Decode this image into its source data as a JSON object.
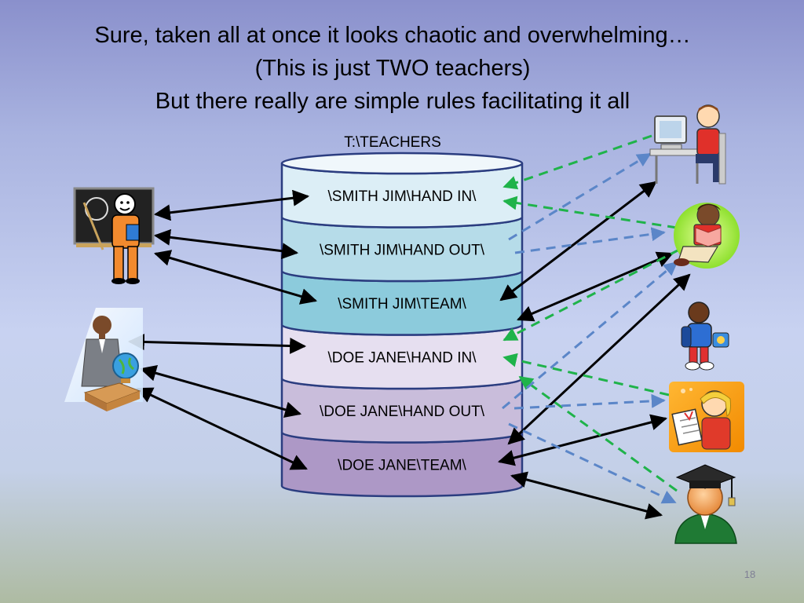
{
  "title": {
    "lines": [
      "Sure, taken all at once it looks chaotic and overwhelming…",
      "(This is just TWO teachers)",
      "But there really are simple rules facilitating it all"
    ]
  },
  "drive": {
    "label": "T:\\TEACHERS",
    "folders": [
      {
        "label": "\\SMITH JIM\\HAND IN\\",
        "color": "#dceef6"
      },
      {
        "label": "\\SMITH JIM\\HAND OUT\\",
        "color": "#b6dce9"
      },
      {
        "label": "\\SMITH JIM\\TEAM\\",
        "color": "#8ccbdc"
      },
      {
        "label": "\\DOE JANE\\HAND IN\\",
        "color": "#e6dff0"
      },
      {
        "label": "\\DOE JANE\\HAND OUT\\",
        "color": "#c9bddb"
      },
      {
        "label": "\\DOE JANE\\TEAM\\",
        "color": "#ad98c6"
      }
    ]
  },
  "teachers": [
    "teacher-smith",
    "teacher-doe"
  ],
  "students": [
    "student-computer",
    "student-reading",
    "student-backpack",
    "student-writing",
    "student-graduate"
  ],
  "colors": {
    "solid_arrow": "#000000",
    "green_dashed": "#1fb34a",
    "blue_dashed": "#5b86c8"
  },
  "slide_number": "18"
}
